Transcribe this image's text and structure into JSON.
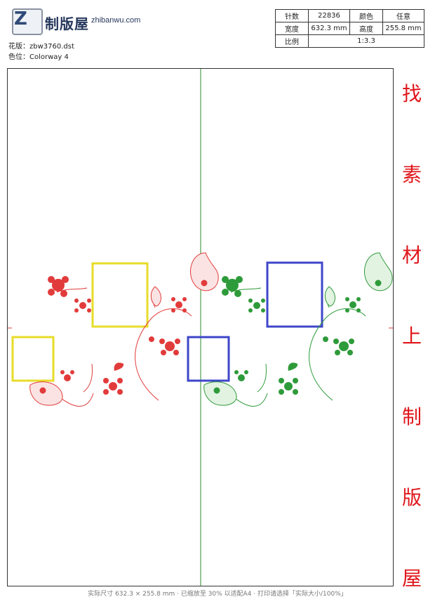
{
  "header": {
    "logo_letter": "Z",
    "brand": "制版屋",
    "brand_url": "zhibanwu.com",
    "pattern_label": "花版：",
    "pattern_value": "zbw3760.dst",
    "color_label": "色位：",
    "color_value": "Colorway 4"
  },
  "info_table": {
    "stitches_label": "针数",
    "stitches_value": "22836",
    "color_label": "颜色",
    "color_value": "任意",
    "width_label": "宽度",
    "width_value": "632.3 mm",
    "height_label": "高度",
    "height_value": "255.8 mm",
    "scale_label": "比例",
    "scale_value": "1:3.3"
  },
  "side_text": [
    "找",
    "素",
    "材",
    "上",
    "制",
    "版",
    "屋"
  ],
  "footer": "实际尺寸 632.3 × 255.8 mm · 已缩放至 30% 以适配A4 · 打印请选择「实际大小/100%」",
  "colors": {
    "red": "#e23b3b",
    "green": "#2e9b3a",
    "yellow": "#e8dc2a",
    "blue": "#3d46c9",
    "center_line": "#2a8a2a",
    "side_text": "#e0161b"
  }
}
